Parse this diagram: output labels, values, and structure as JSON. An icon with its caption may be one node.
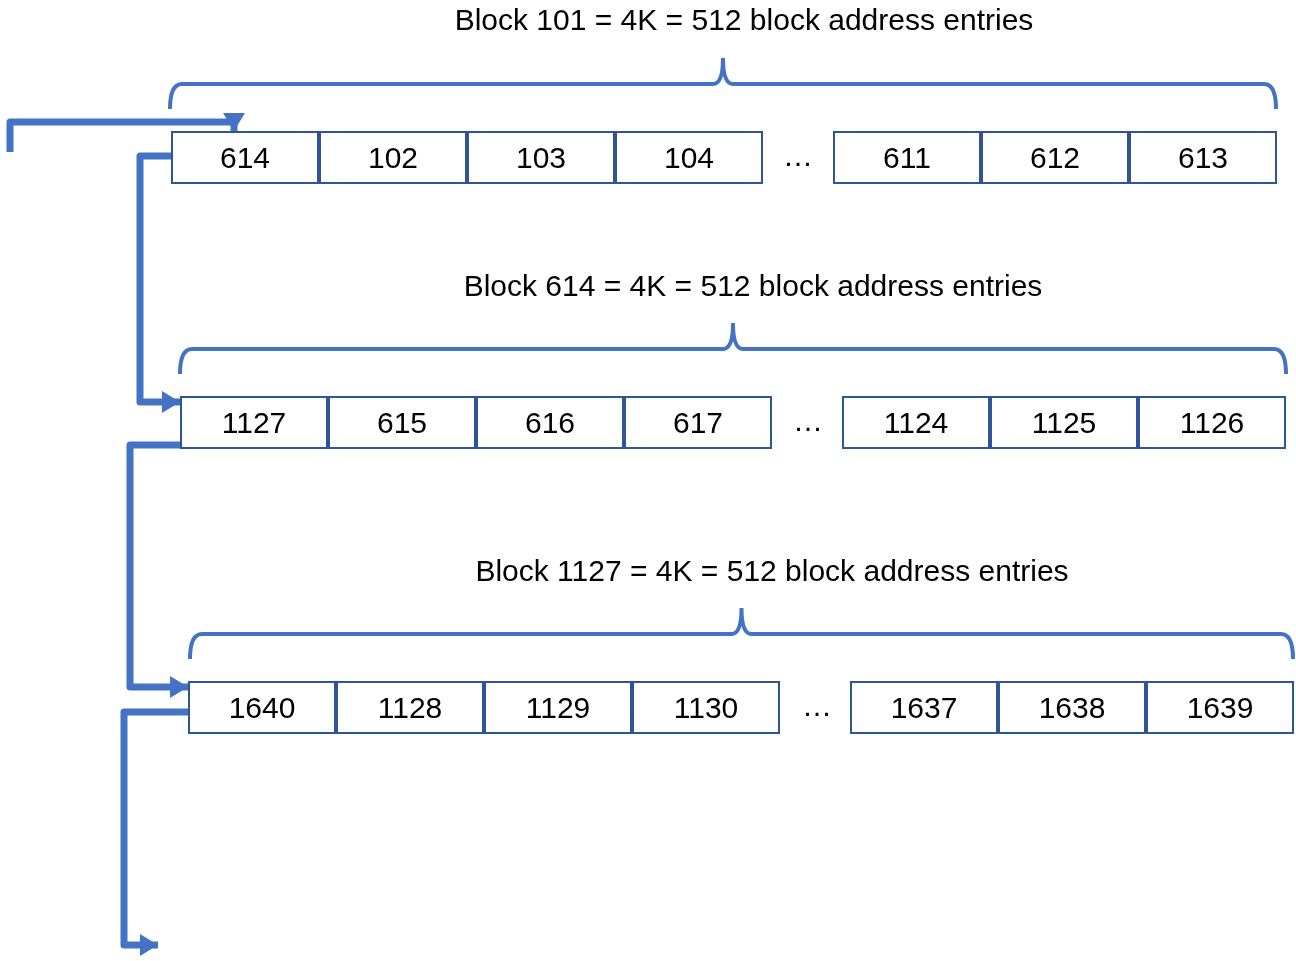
{
  "diagram": {
    "nodes": [
      {
        "text": [
          "614"
        ]
      },
      {
        "text": [
          "102"
        ]
      },
      {
        "text": [
          "103"
        ]
      },
      {
        "text": [
          "104"
        ]
      },
      {
        "text": [
          "611"
        ]
      },
      {
        "text": [
          "612"
        ]
      },
      {
        "text": [
          "613"
        ]
      },
      {
        "text": [
          "1127"
        ]
      },
      {
        "text": [
          "615"
        ]
      },
      {
        "text": [
          "616"
        ]
      },
      {
        "text": [
          "617"
        ]
      },
      {
        "text": [
          "1124"
        ]
      },
      {
        "text": [
          "1125"
        ]
      },
      {
        "text": [
          "1126"
        ]
      },
      {
        "text": [
          "1640"
        ]
      },
      {
        "text": [
          "1128"
        ]
      },
      {
        "text": [
          "1129"
        ]
      },
      {
        "text": [
          "1130"
        ]
      },
      {
        "text": [
          "1637"
        ]
      },
      {
        "text": [
          "1638"
        ]
      },
      {
        "text": [
          "1639"
        ]
      }
    ],
    "edges": [
      {
        "from": null,
        "to": 0,
        "arrow": "to"
      },
      {
        "from": 0,
        "to": 7,
        "arrow": "to"
      },
      {
        "from": 7,
        "to": 14,
        "arrow": "to"
      },
      {
        "from": 14,
        "to": null,
        "arrow": "to"
      }
    ],
    "labels": [
      "Block 101 = 4K = 512 block address entries",
      "…",
      "Block 614 = 4K = 512 block address entries",
      "…",
      "Block 1127 = 4K = 512 block address entries",
      "…"
    ]
  }
}
